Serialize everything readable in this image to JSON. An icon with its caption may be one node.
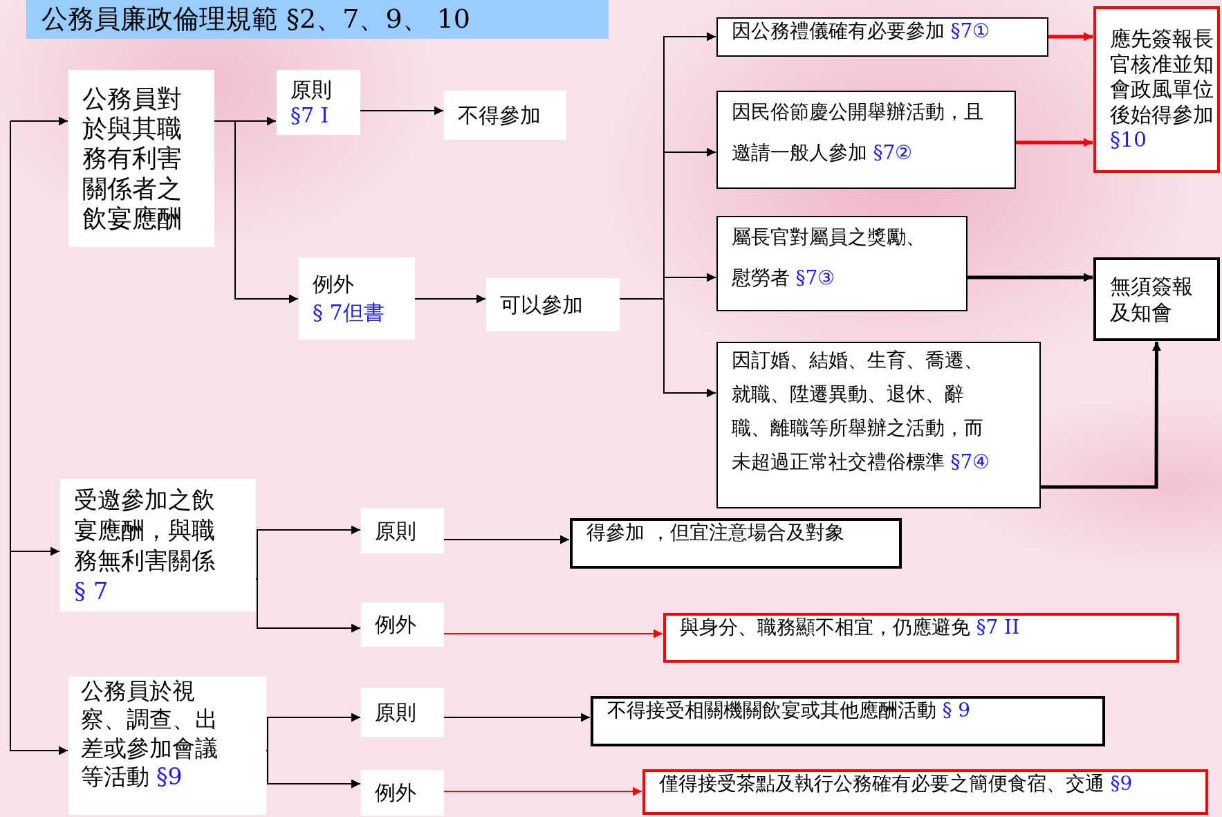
{
  "diagram": {
    "title": "公務員廉政倫理規範 §2、7、9、 10",
    "nodes": [
      {
        "text": [
          "公務員對於與其職務有利害關係者之飲宴應酬"
        ]
      },
      {
        "text": [
          "原則",
          "§7 I"
        ]
      },
      {
        "text": [
          "不得參加"
        ]
      },
      {
        "text": [
          "例外",
          "§ 7但書"
        ]
      },
      {
        "text": [
          "可以參加"
        ]
      },
      {
        "text": [
          "因公務禮儀確有必要參加",
          "§7①"
        ]
      },
      {
        "text": [
          "因民俗節慶公開舉辦活動，且邀請一般人參加",
          "§7②"
        ]
      },
      {
        "text": [
          "屬長官對屬員之獎勵、慰勞者",
          "§7③"
        ]
      },
      {
        "text": [
          "因訂婚、結婚、生育、喬遷、就職、陞遷異動、退休、辭職、離職等所舉辦之活動，而未超過正常社交禮俗標準",
          "§7④"
        ]
      },
      {
        "text": [
          "應先簽報長官核准並知會政風單位後始得參加",
          "§10"
        ]
      },
      {
        "text": [
          "無須簽報及知會"
        ]
      },
      {
        "text": [
          "受邀參加之飲宴應酬，與職務無利害關係",
          "§ 7"
        ]
      },
      {
        "text": [
          "原則"
        ]
      },
      {
        "text": [
          "例外"
        ]
      },
      {
        "text": [
          "得參加 ，但宜注意場合及對象"
        ]
      },
      {
        "text": [
          "與身分、職務顯不相宜，仍應避免",
          "§7 II"
        ]
      },
      {
        "text": [
          "公務員於視察、調查、出差或參加會議等活動",
          "§9"
        ]
      },
      {
        "text": [
          "原則"
        ]
      },
      {
        "text": [
          "例外"
        ]
      },
      {
        "text": [
          "不得接受相關機關飲宴或其他應酬活動",
          "§ 9"
        ]
      },
      {
        "text": [
          "僅得接受茶點及執行公務確有必要之簡便食宿、交通",
          "§9"
        ]
      }
    ],
    "edges": [
      {
        "from": null,
        "to": 0,
        "arrow": "to"
      },
      {
        "from": null,
        "to": 11,
        "arrow": "to"
      },
      {
        "from": null,
        "to": 16,
        "arrow": "to"
      },
      {
        "from": 0,
        "to": 1,
        "arrow": "to"
      },
      {
        "from": 0,
        "to": 3,
        "arrow": "to"
      },
      {
        "from": 1,
        "to": 2,
        "arrow": "to"
      },
      {
        "from": 3,
        "to": 4,
        "arrow": "to"
      },
      {
        "from": 4,
        "to": 5,
        "arrow": "to"
      },
      {
        "from": 4,
        "to": 6,
        "arrow": "to"
      },
      {
        "from": 4,
        "to": 7,
        "arrow": "to"
      },
      {
        "from": 4,
        "to": 8,
        "arrow": "to"
      },
      {
        "from": 5,
        "to": 9,
        "arrow": "to",
        "style": "thick",
        "color": "#ff0000"
      },
      {
        "from": 6,
        "to": 9,
        "arrow": "to",
        "style": "thick",
        "color": "#ff0000"
      },
      {
        "from": 7,
        "to": 10,
        "arrow": "to",
        "style": "thick"
      },
      {
        "from": 8,
        "to": 10,
        "arrow": "to",
        "style": "thick"
      },
      {
        "from": 11,
        "to": 12,
        "arrow": "to"
      },
      {
        "from": 11,
        "to": 13,
        "arrow": "to"
      },
      {
        "from": 12,
        "to": 14,
        "arrow": "to"
      },
      {
        "from": 13,
        "to": 15,
        "arrow": "to",
        "color": "#ff0000"
      },
      {
        "from": 16,
        "to": 17,
        "arrow": "to"
      },
      {
        "from": 16,
        "to": 18,
        "arrow": "to"
      },
      {
        "from": 17,
        "to": 19,
        "arrow": "to"
      },
      {
        "from": 18,
        "to": 20,
        "arrow": "to",
        "color": "#ff0000"
      }
    ]
  }
}
